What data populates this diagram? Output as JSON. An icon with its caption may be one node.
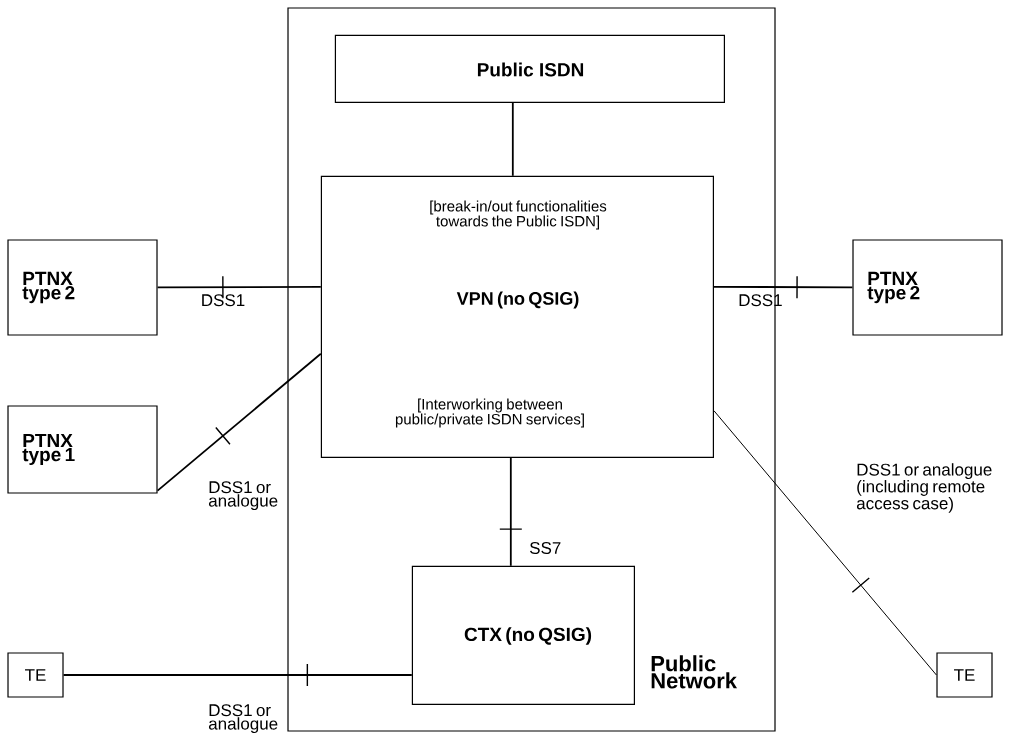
{
  "diagram": {
    "nodes": [
      {
        "text": [
          "Public Network"
        ]
      },
      {
        "text": [
          "Public ISDN"
        ],
        "in": 0
      },
      {
        "text": [
          "[break-in/out functionalities towards the Public ISDN]",
          "VPN (no QSIG)",
          "[Interworking between public/private ISDN services]"
        ],
        "in": 0
      },
      {
        "text": [
          "CTX (no QSIG)"
        ],
        "in": 0
      },
      {
        "text": [
          "PTNX type 2"
        ]
      },
      {
        "text": [
          "PTNX type 1"
        ]
      },
      {
        "text": [
          "TE"
        ]
      },
      {
        "text": [
          "PTNX type 2"
        ]
      },
      {
        "text": [
          "TE"
        ]
      }
    ],
    "edges": [
      {
        "from": 1,
        "to": 2,
        "arrow": "none"
      },
      {
        "from": 4,
        "to": 2,
        "arrow": "none",
        "label": "DSS1"
      },
      {
        "from": 7,
        "to": 2,
        "arrow": "none",
        "label": "DSS1"
      },
      {
        "from": 5,
        "to": 2,
        "arrow": "none",
        "label": "DSS1 or analogue"
      },
      {
        "from": 8,
        "to": 2,
        "arrow": "none",
        "label": "DSS1 or analogue (including remote access case)"
      },
      {
        "from": 2,
        "to": 3,
        "arrow": "none",
        "label": "SS7"
      },
      {
        "from": 6,
        "to": 3,
        "arrow": "none",
        "label": "DSS1 or analogue"
      }
    ]
  }
}
